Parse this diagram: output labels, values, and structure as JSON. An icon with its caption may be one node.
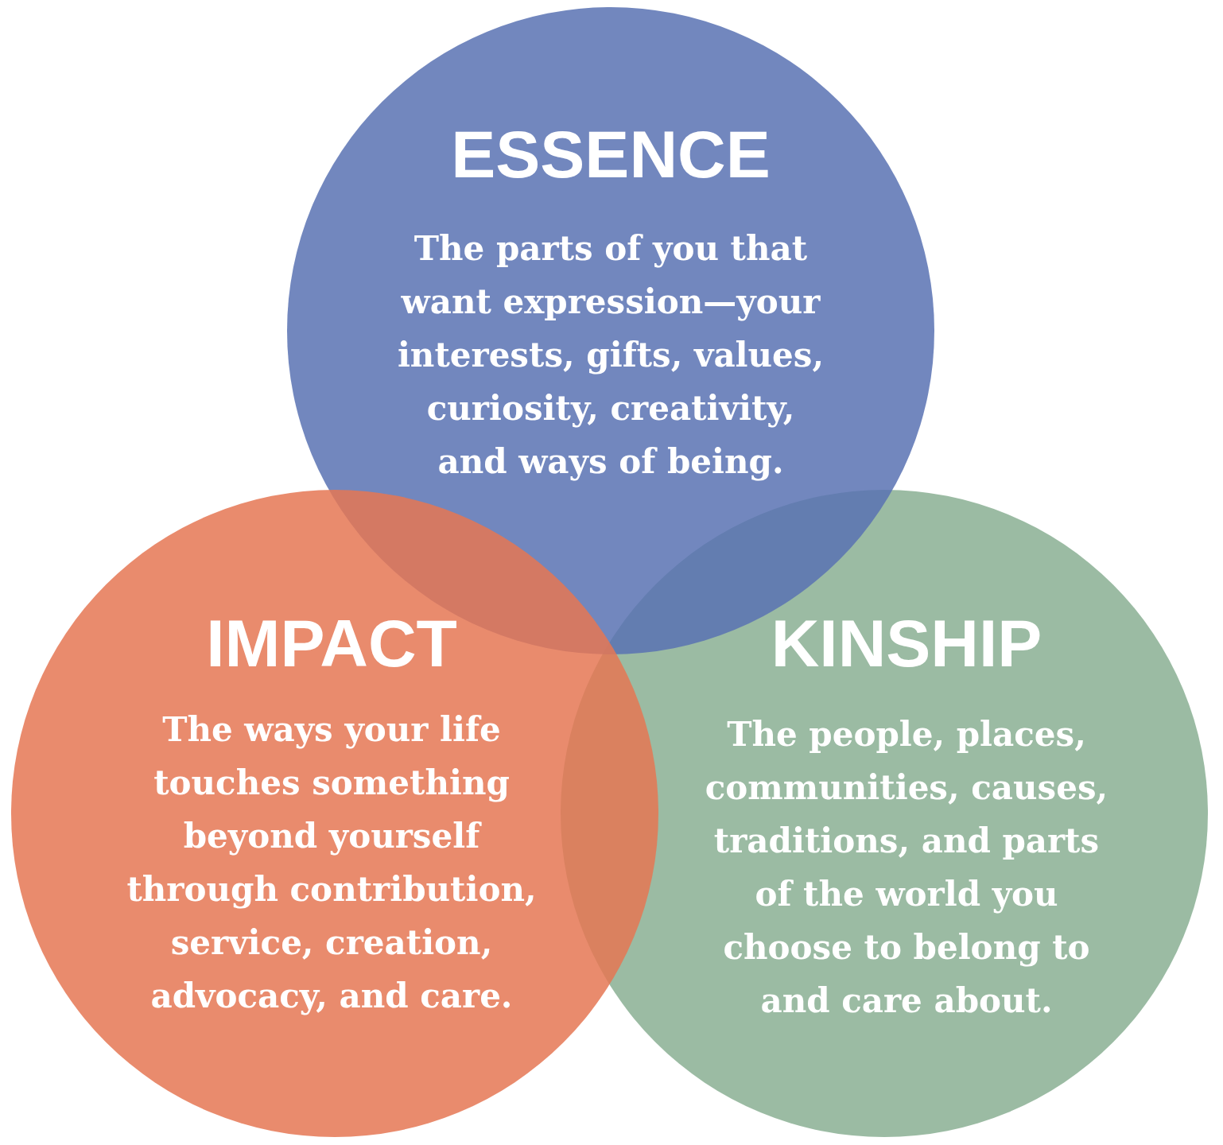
{
  "diagram": {
    "nodes": [
      {
        "text": [
          "ESSENCE",
          "The parts of you that want expression—your interests, gifts, values, curiosity, creativity, and ways of being."
        ]
      },
      {
        "text": [
          "IMPACT",
          "The ways your life touches something beyond yourself through contribution, service, creation, advocacy, and care."
        ]
      },
      {
        "text": [
          "KINSHIP",
          "The people, places, communities, causes, traditions, and parts of the world you choose to belong to and care about."
        ]
      }
    ]
  }
}
